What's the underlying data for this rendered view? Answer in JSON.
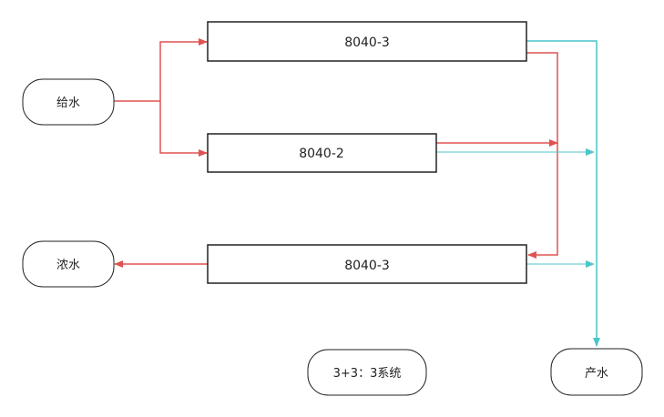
{
  "nodes": {
    "feed_water": "给水",
    "concentrate": "浓水",
    "permeate": "产水",
    "system_note": "3+3：3系统"
  },
  "vessels": {
    "top": "8040-3",
    "middle": "8040-2",
    "bottom": "8040-3"
  },
  "colors": {
    "feed_line": "#e05252",
    "permeate_line": "#4cc4c8",
    "vessel_border": "#222222"
  }
}
